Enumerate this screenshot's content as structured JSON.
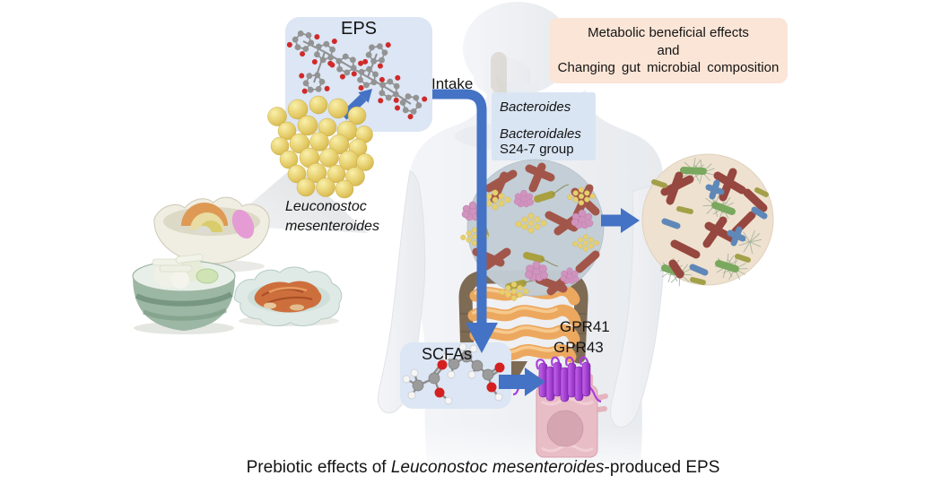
{
  "figure": {
    "eps_panel": {
      "label": "EPS"
    },
    "intake_label": "Intake",
    "effects_panel": {
      "line1": "Metabolic beneficial effects",
      "line2": "and",
      "line3": "Changing gut microbial composition"
    },
    "taxa_panel": {
      "genus": "Bacteroides",
      "order": "Bacteroidales",
      "group": "S24-7 group"
    },
    "source_organism": {
      "line1": "Leuconostoc",
      "line2": "mesenteroides"
    },
    "scfa_panel": {
      "label": "SCFAs"
    },
    "receptors": {
      "r1": "GPR41",
      "r2": "GPR43"
    },
    "caption": {
      "prefix": "Prebiotic effects of ",
      "species": "Leuconostoc mesenteroides",
      "suffix": "-produced EPS"
    },
    "colors": {
      "accent_blue": "#4472c4",
      "panel_blue": "#dce6f4",
      "panel_peach": "#fbe5d6",
      "bacteria_yellow": "#e2c75f",
      "rod_red": "#a2564a",
      "receptor_purple": "#9b30d0",
      "cell_pink": "#e9bdc6"
    }
  }
}
